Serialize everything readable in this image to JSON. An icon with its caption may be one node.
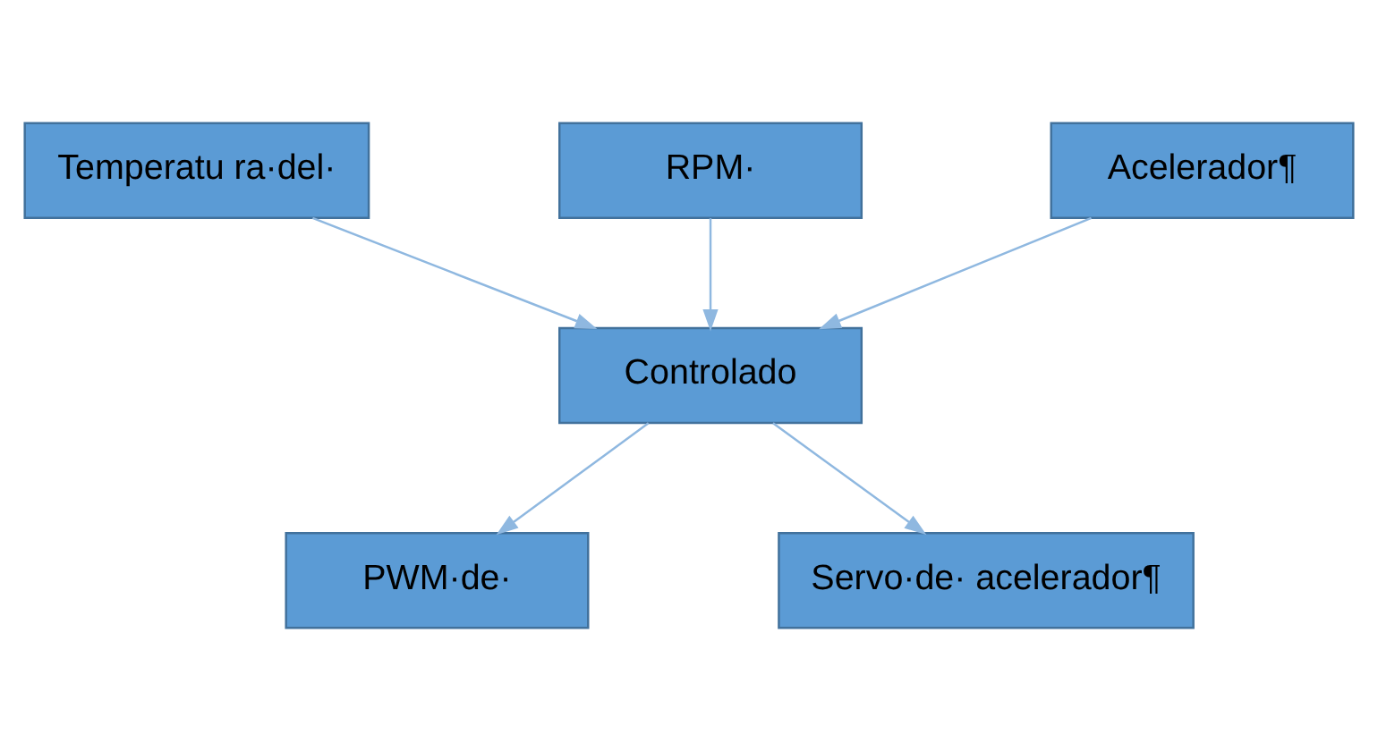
{
  "diagram": {
    "nodes": [
      {
        "text": [
          "Temperatu ra·del·"
        ]
      },
      {
        "text": [
          "RPM·"
        ]
      },
      {
        "text": [
          "Acelerador¶"
        ]
      },
      {
        "text": [
          "Controlado"
        ]
      },
      {
        "text": [
          "PWM·de·"
        ]
      },
      {
        "text": [
          "Servo·de· acelerador¶"
        ]
      }
    ],
    "edges": [
      {
        "from": 0,
        "to": 3,
        "arrow": "to"
      },
      {
        "from": 1,
        "to": 3,
        "arrow": "to"
      },
      {
        "from": 2,
        "to": 3,
        "arrow": "to"
      },
      {
        "from": 3,
        "to": 4,
        "arrow": "to"
      },
      {
        "from": 3,
        "to": 5,
        "arrow": "to"
      }
    ]
  }
}
